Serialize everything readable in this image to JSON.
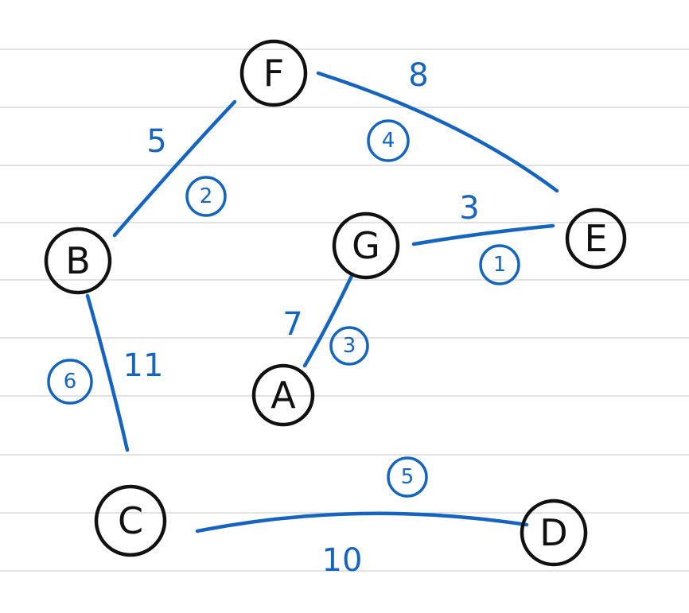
{
  "colors": {
    "ink": "#111111",
    "pen": "#1565c0",
    "rule": "#d9d9d9"
  },
  "nodes": [
    {
      "id": "F",
      "label": "F"
    },
    {
      "id": "B",
      "label": "B"
    },
    {
      "id": "G",
      "label": "G"
    },
    {
      "id": "E",
      "label": "E"
    },
    {
      "id": "A",
      "label": "A"
    },
    {
      "id": "C",
      "label": "C"
    },
    {
      "id": "D",
      "label": "D"
    }
  ],
  "edges": [
    {
      "id": "B-F",
      "from": "B",
      "to": "F",
      "weight": "5",
      "order": "2"
    },
    {
      "id": "F-E",
      "from": "F",
      "to": "E",
      "weight": "8",
      "order": "4"
    },
    {
      "id": "G-E",
      "from": "G",
      "to": "E",
      "weight": "3",
      "order": "1"
    },
    {
      "id": "G-A",
      "from": "G",
      "to": "A",
      "weight": "7",
      "order": "3"
    },
    {
      "id": "B-C",
      "from": "B",
      "to": "C",
      "weight": "11",
      "order": "6"
    },
    {
      "id": "C-D",
      "from": "C",
      "to": "D",
      "weight": "10",
      "order": "5"
    }
  ]
}
